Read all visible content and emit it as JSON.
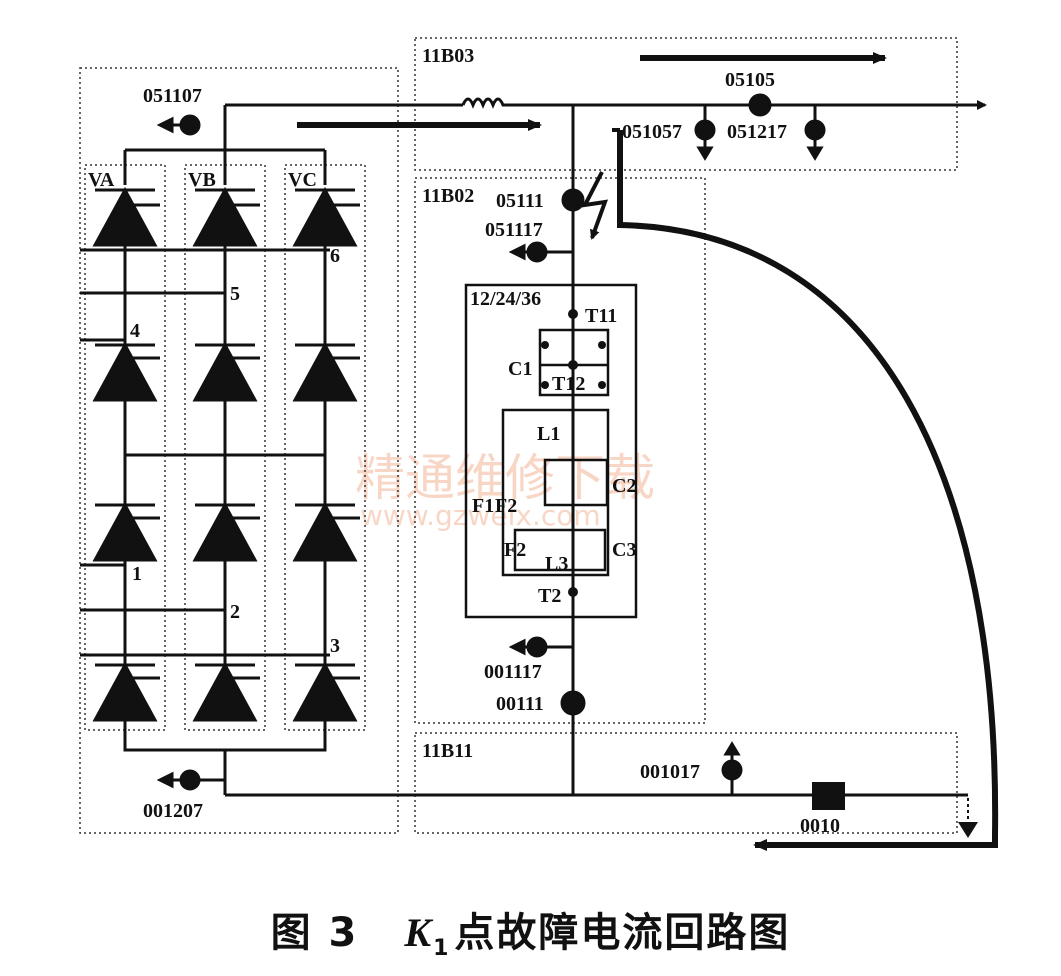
{
  "caption": {
    "figure": "图 3",
    "k": "K",
    "sub": "1",
    "text": "点故障电流回路图"
  },
  "watermark": {
    "cn": "精通维修下载",
    "url": "www.gzweix.com"
  },
  "regions": {
    "top": "11B03",
    "mid": "11B02",
    "bottom": "11B11"
  },
  "phases": [
    "VA",
    "VB",
    "VC"
  ],
  "valve": {
    "title": "12/24/36",
    "t11": "T11",
    "t12": "T12",
    "c1": "C1",
    "l1": "L1",
    "c2": "C2",
    "f1": "F1",
    "f2b": "F2",
    "f2": "F2",
    "l3": "L3",
    "c3": "C3",
    "t2": "T2"
  },
  "nodes": {
    "n051107": "051107",
    "n05105": "05105",
    "n051057": "051057",
    "n051217": "051217",
    "n05111": "05111",
    "n051117": "051117",
    "n001117": "001117",
    "n00111": "00111",
    "n001017": "001017",
    "n001207": "001207",
    "n0010": "0010"
  },
  "bridge_numbers": [
    "1",
    "2",
    "3",
    "4",
    "5",
    "6"
  ]
}
